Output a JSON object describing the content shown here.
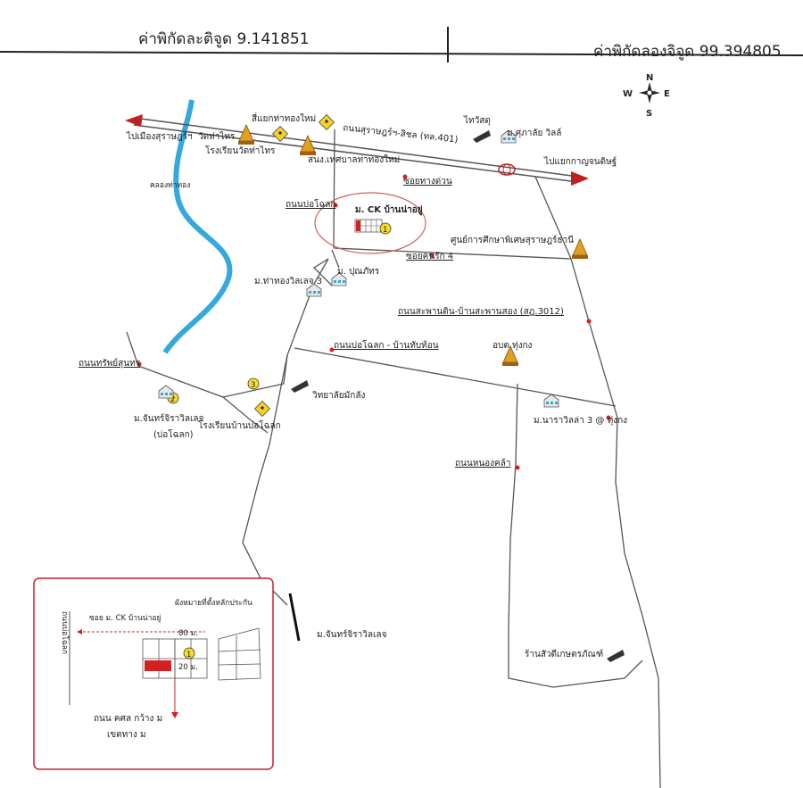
{
  "header": {
    "latitude": "ค่าพิกัดละติจูด 9.141851",
    "longitude": "ค่าพิกัดลองจิจูด 99.394805"
  },
  "compass": {
    "n": "N",
    "s": "S",
    "e": "E",
    "w": "W"
  },
  "labels": {
    "to_surat": "ไปเมืองสุราษฎร์ฯ",
    "wat_tha_sai": "วัดท่าไทร",
    "school_wat_tha_sai": "โรงเรียนวัดท่าไทร",
    "junction": "สี่แยกท่าทองใหม่",
    "road_401": "ถนนสุราษฎร์ฯ-สิชล (ทล.401)",
    "thai_watsadu": "ไทวัสดุ",
    "mu_suphalai": "ม.ศุภาลัย วิลล์",
    "municipality": "สนง.เทศบาลท่าทองใหม่",
    "to_kanchanadit": "ไปแยกกาญจนดิษฐ์",
    "canal": "คลองท่าทอง",
    "soi_thang_duan": "ซอยทางด่วน",
    "road_bo_kluk": "ถนนบ่อโฉลก",
    "mu_ck": "ม. CK บ้านน่าอยู่",
    "special_edu": "ศูนย์การศึกษาพิเศษสุราษฎร์ธานี",
    "soi_khon_rak": "ซอยคนรัก 4",
    "mu_tha_thong": "ม.ท่าทองวิลเลจ 3",
    "mu_punyapat": "ม. ปุณภัทร",
    "road_saphan_din": "ถนนสะพานดิน-บ้านสะพานสอง (สฎ.3012)",
    "road_bo_kluk_ban": "ถนนบ่อโฉลก - บ้านทับท้อน",
    "obt_thung_kong": "อบต.ทุ่งกง",
    "road_sap_sunthon": "ถนนทรัพย์สุนทร",
    "mu_chan_2": "ม.จันทร์จิราวิลเลจ",
    "bo_kluk_paren": "(บ่อโฉลก)",
    "school_bo_kluk": "โรงเรียนบ้านบ่อโฉลก",
    "college": "วิทยาลัยมักลัง",
    "mu_nara": "ม.นาราวิลล่า 3 @ ทุ่งกง",
    "road_nong_khla": "ถนนหนองคล้า",
    "mu_chan_south": "ม.จันทร์จิราวิลเลจ",
    "shop": "ร้านสัวดีเกษตรภัณฑ์"
  },
  "markers": {
    "one": "1",
    "two": "2",
    "three": "3"
  },
  "inset": {
    "title": "ผังหมายที่ตั้งหลักประกัน",
    "left_road": "ถนนบ่อโฉลก",
    "road_label": "ซอย ม. CK บ้านน่าอยู่",
    "dim_80": "80 ม.",
    "dim_20": "20 ม.",
    "marker": "1",
    "road_bottom": "ถนน คศล กว้าง ม",
    "road_bottom2": "เขตทาง ม"
  },
  "colors": {
    "road_red": "#d42020",
    "canal_blue": "#33a9dd",
    "marker_yellow": "#f4dd2a",
    "inset_border": "#c8202a"
  }
}
